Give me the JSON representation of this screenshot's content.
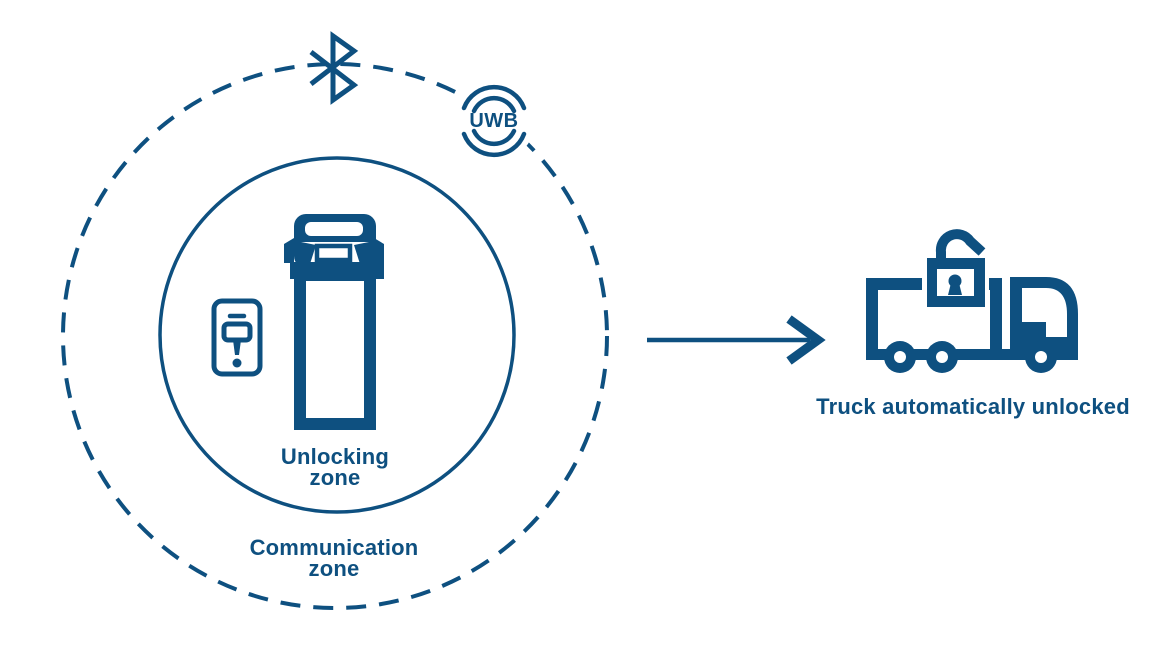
{
  "diagram": {
    "labels": {
      "unlocking_zone_line1": "Unlocking",
      "unlocking_zone_line2": "zone",
      "communication_zone_line1": "Communication",
      "communication_zone_line2": "zone",
      "uwb": "UWB",
      "result": "Truck automatically unlocked"
    },
    "icons": {
      "bluetooth": "bluetooth-rune-icon",
      "uwb": "uwb-waves-icon",
      "truck_top": "truck-top-view-icon",
      "smartphone_key": "smartphone-digital-key-icon",
      "arrow": "arrow-right-icon",
      "truck_side": "truck-side-view-icon",
      "padlock": "open-padlock-icon"
    },
    "colors": {
      "primary": "#0E5080",
      "background": "#FFFFFF"
    },
    "zones": {
      "outer": "Communication zone (dashed circle)",
      "inner": "Unlocking zone (solid circle)"
    }
  }
}
